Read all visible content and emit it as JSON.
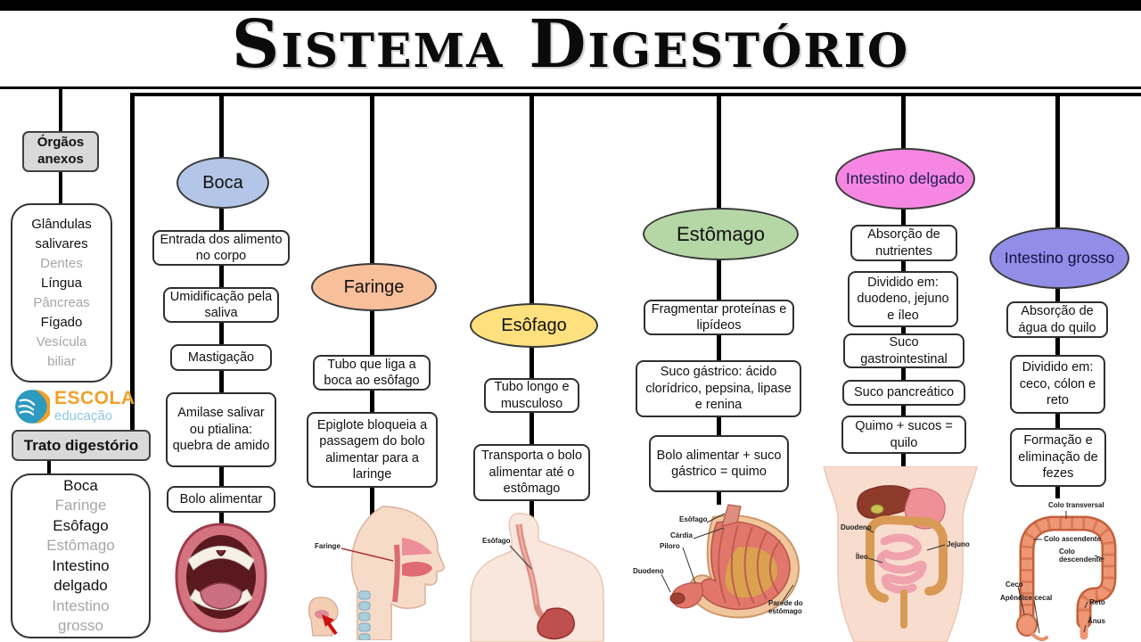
{
  "title": "Sistema Digestório",
  "palette": {
    "line": "#000000",
    "box_border": "#2f2f2f",
    "header_fill": "#d9d9d9",
    "muted_text": "#a6a6a6"
  },
  "left_panel": {
    "organs_header": "Órgãos anexos",
    "organs_items": [
      "Glândulas salivares",
      "Dentes",
      "Língua",
      "Pâncreas",
      "Fígado",
      "Vesícula biliar"
    ],
    "logo": {
      "name": "ESCOLA",
      "sub": "educação",
      "name_color": "#f0a029",
      "sub_color": "#8ec6e0",
      "icon": "escola-educacao-logo"
    },
    "tract_header": "Trato digestório",
    "tract_items": [
      "Boca",
      "Faringe",
      "Esôfago",
      "Estômago",
      "Intestino delgado",
      "Intestino grosso"
    ]
  },
  "columns": [
    {
      "title": "Boca",
      "color": "#b3c6e7",
      "boxes": [
        "Entrada dos alimento no corpo",
        "Umidificação pela saliva",
        "Mastigação",
        "Amilase salivar ou ptialina: quebra de amido",
        "Bolo alimentar"
      ],
      "image": "open-mouth-illustration",
      "image_labels": []
    },
    {
      "title": "Faringe",
      "color": "#f8bf9b",
      "boxes": [
        "Tubo que liga a boca ao esôfago",
        "Epiglote bloqueia a passagem do bolo alimentar para a laringe"
      ],
      "image": "head-pharynx-illustration",
      "image_labels": [
        "Faringe"
      ]
    },
    {
      "title": "Esôfago",
      "color": "#ffe07e",
      "boxes": [
        "Tubo longo e musculoso",
        "Transporta o bolo alimentar até o estômago"
      ],
      "image": "esophagus-torso-illustration",
      "image_labels": [
        "Esôfago"
      ]
    },
    {
      "title": "Estômago",
      "color": "#b5d7a6",
      "boxes": [
        "Fragmentar proteínas e lipídeos",
        "Suco gástrico: ácido clorídrico, pepsina, lipase e renina",
        "Bolo alimentar + suco gástrico = quimo"
      ],
      "image": "stomach-illustration",
      "image_labels": [
        "Esôfago",
        "Cárdia",
        "Piloro",
        "Duodeno",
        "Parede do estômago"
      ]
    },
    {
      "title": "Intestino delgado",
      "color": "#f587e3",
      "boxes": [
        "Absorção de nutrientes",
        "Dividido em: duodeno, jejuno e íleo",
        "Suco gastrointestinal",
        "Suco pancreático",
        "Quimo + sucos = quilo"
      ],
      "image": "abdomen-small-intestine-illustration",
      "image_labels": [
        "Duodeno",
        "Jejuno",
        "Íleo"
      ]
    },
    {
      "title": "Intestino grosso",
      "color": "#928ee8",
      "boxes": [
        "Absorção de água do quilo",
        "Dividido em: ceco, cólon e reto",
        "Formação e eliminação de fezes"
      ],
      "image": "large-intestine-illustration",
      "image_labels": [
        "Colo transversal",
        "Colo ascendente",
        "Colo descendente",
        "Ceco",
        "Apêndice cecal",
        "Reto",
        "Ânus"
      ]
    }
  ]
}
